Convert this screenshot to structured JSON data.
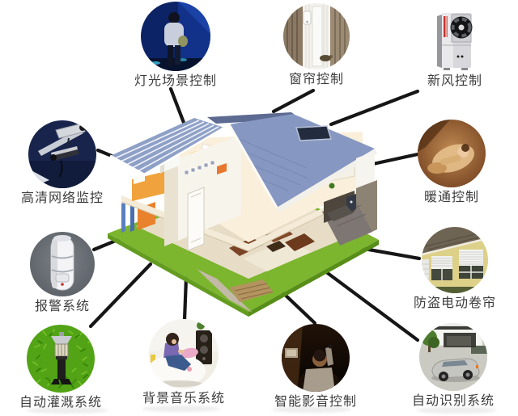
{
  "diagram": {
    "center_icon": "smart-home-cutaway-house-3d"
  },
  "colors": {
    "connector": "#161616",
    "label": "#3c3c3c",
    "lawn": "#7cb52e",
    "roof": "#8697c2"
  },
  "items": [
    {
      "id": "lighting",
      "label": "灯光场景控制",
      "icon": "lighting-scene-photo"
    },
    {
      "id": "curtain",
      "label": "窗帘控制",
      "icon": "curtain-control-photo"
    },
    {
      "id": "fresh_air",
      "label": "新风控制",
      "icon": "fresh-air-unit-photo"
    },
    {
      "id": "cctv",
      "label": "高清网络监控",
      "icon": "cctv-cameras-photo"
    },
    {
      "id": "hvac",
      "label": "暖通控制",
      "icon": "hvac-comfort-photo"
    },
    {
      "id": "alarm",
      "label": "报警系统",
      "icon": "alarm-motion-sensor-photo"
    },
    {
      "id": "shutter",
      "label": "防盗电动卷帘",
      "icon": "security-roller-shutter-photo"
    },
    {
      "id": "irrigation",
      "label": "自动灌溉系统",
      "icon": "irrigation-lawn-photo"
    },
    {
      "id": "music",
      "label": "背景音乐系统",
      "icon": "background-music-photo"
    },
    {
      "id": "av",
      "label": "智能影音控制",
      "icon": "home-theater-photo"
    },
    {
      "id": "recognition",
      "label": "自动识别系统",
      "icon": "car-recognition-photo"
    }
  ]
}
